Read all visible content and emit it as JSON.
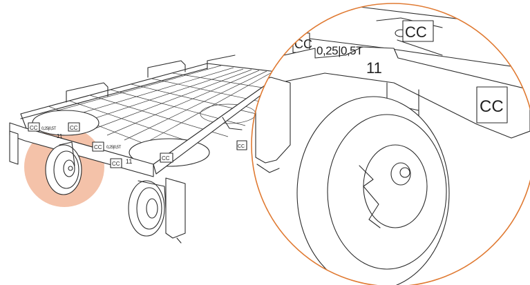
{
  "labels": {
    "code": "CC",
    "load": "0,25|0,5T",
    "number": "11"
  },
  "colors": {
    "highlight": "#f2b79a",
    "detail_circle": "#e07a32",
    "line": "#2a2a2a"
  }
}
